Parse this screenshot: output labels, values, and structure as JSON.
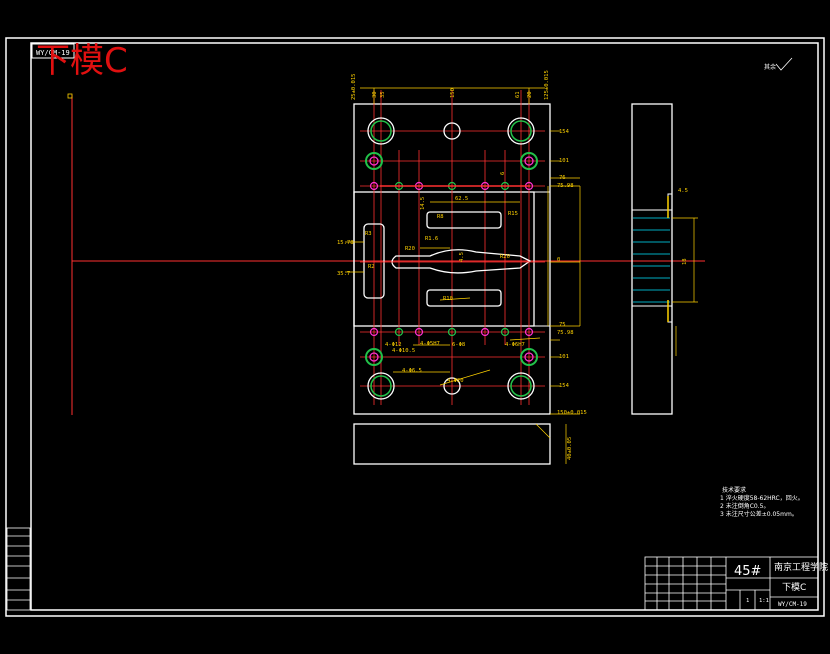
{
  "drawing": {
    "sheet_code": "WY/CM-19",
    "title_red": "下模C",
    "roughness_note": "其余",
    "colors": {
      "frame": "#ffffff",
      "part": "#ffffff",
      "dim": "#ffd200",
      "center": "#ff3030",
      "cyan": "#00e5ff",
      "green": "#22c24a",
      "magenta": "#ff30d0",
      "title_red": "#e01010"
    }
  },
  "top_dims": [
    "25±0.015",
    "30",
    "35",
    "150",
    "61",
    "20",
    "6",
    "125±0.015"
  ],
  "side_dims_left": [
    "15.78",
    "35.7"
  ],
  "side_dims_right": [
    "154",
    "101",
    "76",
    "75.98",
    "0",
    "75",
    "75.98",
    "101",
    "154",
    "150±0.015"
  ],
  "inner_labels": [
    "R3",
    "R2",
    "14.5",
    "62.5",
    "R8",
    "R15",
    "R20",
    "R1.6",
    "4.5",
    "R10",
    "R20"
  ],
  "hole_notes": [
    "4-Φ12",
    "4-Φ10.5",
    "4-Φ5H7",
    "4-Φ6H7",
    "6-Φ8",
    "4-Φ6.5",
    "4-Φ20"
  ],
  "bottom_dim": "40±0.05",
  "side_view_dims": [
    "4.5",
    "18"
  ],
  "notes": {
    "heading": "技术要求",
    "items": [
      "1  淬火硬度58-62HRC，回火。",
      "2  未注倒角C0.5。",
      "3  未注尺寸公差±0.05mm。"
    ]
  },
  "title_block": {
    "material": "45#",
    "school": "南京工程学院",
    "part_name": "下模C",
    "code": "WY/CM-19",
    "scale": "1:1",
    "sheet": "1"
  }
}
